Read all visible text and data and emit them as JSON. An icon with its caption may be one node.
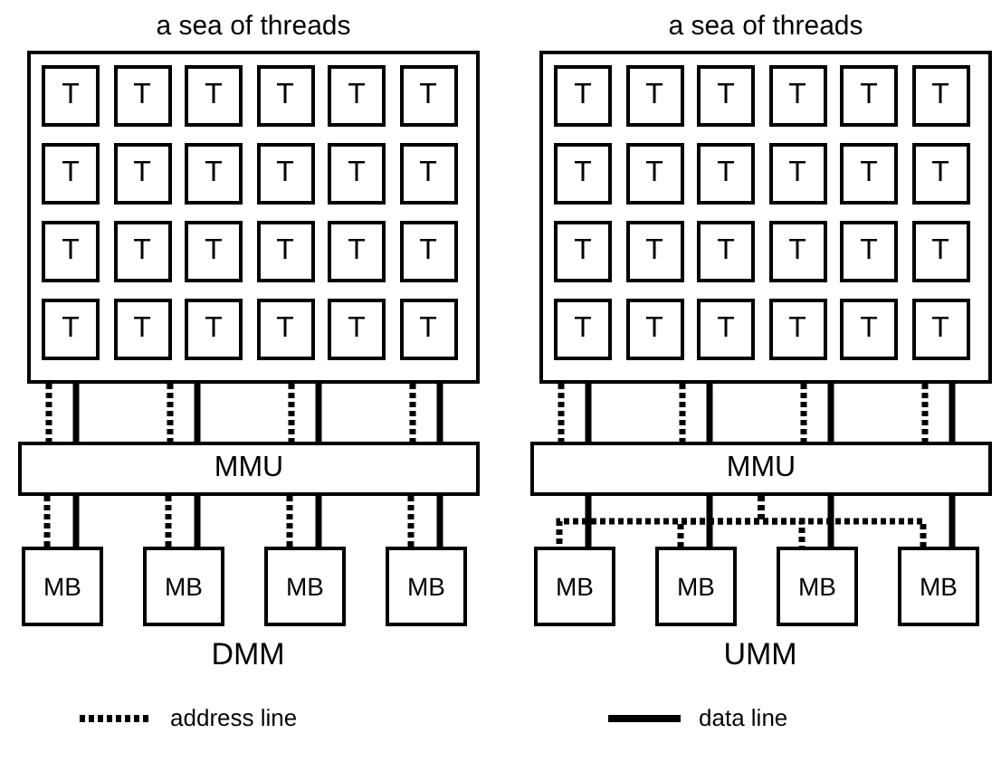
{
  "diagram": {
    "nodes": [
      {
        "text": [
          "a sea of threads"
        ]
      },
      {
        "text": [
          "T"
        ],
        "in": 0
      },
      {
        "text": [
          "T"
        ],
        "in": 0
      },
      {
        "text": [
          "T"
        ],
        "in": 0
      },
      {
        "text": [
          "T"
        ],
        "in": 0
      },
      {
        "text": [
          "T"
        ],
        "in": 0
      },
      {
        "text": [
          "T"
        ],
        "in": 0
      },
      {
        "text": [
          "T"
        ],
        "in": 0
      },
      {
        "text": [
          "T"
        ],
        "in": 0
      },
      {
        "text": [
          "T"
        ],
        "in": 0
      },
      {
        "text": [
          "T"
        ],
        "in": 0
      },
      {
        "text": [
          "T"
        ],
        "in": 0
      },
      {
        "text": [
          "T"
        ],
        "in": 0
      },
      {
        "text": [
          "T"
        ],
        "in": 0
      },
      {
        "text": [
          "T"
        ],
        "in": 0
      },
      {
        "text": [
          "T"
        ],
        "in": 0
      },
      {
        "text": [
          "T"
        ],
        "in": 0
      },
      {
        "text": [
          "T"
        ],
        "in": 0
      },
      {
        "text": [
          "T"
        ],
        "in": 0
      },
      {
        "text": [
          "T"
        ],
        "in": 0
      },
      {
        "text": [
          "T"
        ],
        "in": 0
      },
      {
        "text": [
          "T"
        ],
        "in": 0
      },
      {
        "text": [
          "T"
        ],
        "in": 0
      },
      {
        "text": [
          "T"
        ],
        "in": 0
      },
      {
        "text": [
          "T"
        ],
        "in": 0
      },
      {
        "text": [
          "MMU"
        ]
      },
      {
        "text": [
          "MB"
        ]
      },
      {
        "text": [
          "MB"
        ]
      },
      {
        "text": [
          "MB"
        ]
      },
      {
        "text": [
          "MB"
        ]
      },
      {
        "text": [
          "a sea of threads"
        ]
      },
      {
        "text": [
          "T"
        ],
        "in": 30
      },
      {
        "text": [
          "T"
        ],
        "in": 30
      },
      {
        "text": [
          "T"
        ],
        "in": 30
      },
      {
        "text": [
          "T"
        ],
        "in": 30
      },
      {
        "text": [
          "T"
        ],
        "in": 30
      },
      {
        "text": [
          "T"
        ],
        "in": 30
      },
      {
        "text": [
          "T"
        ],
        "in": 30
      },
      {
        "text": [
          "T"
        ],
        "in": 30
      },
      {
        "text": [
          "T"
        ],
        "in": 30
      },
      {
        "text": [
          "T"
        ],
        "in": 30
      },
      {
        "text": [
          "T"
        ],
        "in": 30
      },
      {
        "text": [
          "T"
        ],
        "in": 30
      },
      {
        "text": [
          "T"
        ],
        "in": 30
      },
      {
        "text": [
          "T"
        ],
        "in": 30
      },
      {
        "text": [
          "T"
        ],
        "in": 30
      },
      {
        "text": [
          "T"
        ],
        "in": 30
      },
      {
        "text": [
          "T"
        ],
        "in": 30
      },
      {
        "text": [
          "T"
        ],
        "in": 30
      },
      {
        "text": [
          "T"
        ],
        "in": 30
      },
      {
        "text": [
          "T"
        ],
        "in": 30
      },
      {
        "text": [
          "T"
        ],
        "in": 30
      },
      {
        "text": [
          "T"
        ],
        "in": 30
      },
      {
        "text": [
          "T"
        ],
        "in": 30
      },
      {
        "text": [
          "T"
        ],
        "in": 30
      },
      {
        "text": [
          "MMU"
        ]
      },
      {
        "text": [
          "MB"
        ]
      },
      {
        "text": [
          "MB"
        ]
      },
      {
        "text": [
          "MB"
        ]
      },
      {
        "text": [
          "MB"
        ]
      }
    ],
    "edges": [
      {
        "from": 0,
        "to": 25,
        "arrow": "none",
        "style": "dashed"
      },
      {
        "from": 0,
        "to": 25,
        "arrow": "none"
      },
      {
        "from": 0,
        "to": 25,
        "arrow": "none",
        "style": "dashed"
      },
      {
        "from": 0,
        "to": 25,
        "arrow": "none"
      },
      {
        "from": 0,
        "to": 25,
        "arrow": "none",
        "style": "dashed"
      },
      {
        "from": 0,
        "to": 25,
        "arrow": "none"
      },
      {
        "from": 0,
        "to": 25,
        "arrow": "none",
        "style": "dashed"
      },
      {
        "from": 0,
        "to": 25,
        "arrow": "none"
      },
      {
        "from": 25,
        "to": 26,
        "arrow": "none",
        "style": "dashed"
      },
      {
        "from": 25,
        "to": 26,
        "arrow": "none"
      },
      {
        "from": 25,
        "to": 27,
        "arrow": "none",
        "style": "dashed"
      },
      {
        "from": 25,
        "to": 27,
        "arrow": "none"
      },
      {
        "from": 25,
        "to": 28,
        "arrow": "none",
        "style": "dashed"
      },
      {
        "from": 25,
        "to": 28,
        "arrow": "none"
      },
      {
        "from": 25,
        "to": 29,
        "arrow": "none",
        "style": "dashed"
      },
      {
        "from": 25,
        "to": 29,
        "arrow": "none"
      },
      {
        "from": 30,
        "to": 55,
        "arrow": "none",
        "style": "dashed"
      },
      {
        "from": 30,
        "to": 55,
        "arrow": "none"
      },
      {
        "from": 30,
        "to": 55,
        "arrow": "none",
        "style": "dashed"
      },
      {
        "from": 30,
        "to": 55,
        "arrow": "none"
      },
      {
        "from": 30,
        "to": 55,
        "arrow": "none",
        "style": "dashed"
      },
      {
        "from": 30,
        "to": 55,
        "arrow": "none"
      },
      {
        "from": 30,
        "to": 55,
        "arrow": "none",
        "style": "dashed"
      },
      {
        "from": 30,
        "to": 55,
        "arrow": "none"
      },
      {
        "from": 55,
        "to": 56,
        "arrow": "none"
      },
      {
        "from": 55,
        "to": 57,
        "arrow": "none"
      },
      {
        "from": 55,
        "to": 58,
        "arrow": "none"
      },
      {
        "from": 55,
        "to": 59,
        "arrow": "none"
      },
      {
        "from": 55,
        "to": 56,
        "arrow": "none",
        "style": "dashed"
      },
      {
        "from": 55,
        "to": 57,
        "arrow": "none",
        "style": "dashed"
      },
      {
        "from": 55,
        "to": 58,
        "arrow": "none",
        "style": "dashed"
      },
      {
        "from": 55,
        "to": 59,
        "arrow": "none",
        "style": "dashed"
      }
    ],
    "labels": [
      "DMM",
      "UMM"
    ],
    "legend": [
      {
        "text": "address line"
      },
      {
        "text": "data line"
      }
    ]
  }
}
